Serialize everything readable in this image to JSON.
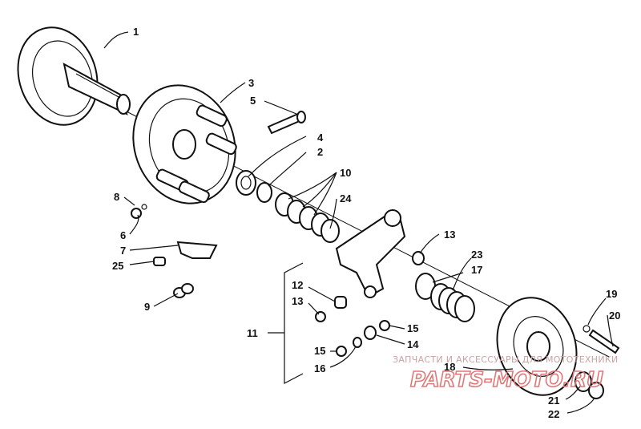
{
  "diagram": {
    "callouts": [
      "1",
      "2",
      "3",
      "4",
      "5",
      "6",
      "7",
      "8",
      "9",
      "10",
      "11",
      "12",
      "13",
      "13",
      "14",
      "15",
      "15",
      "16",
      "17",
      "18",
      "19",
      "20",
      "21",
      "22",
      "23",
      "24",
      "25"
    ],
    "watermark": {
      "text": "ЗАПЧАСТИ И АКСЕССУАРЫ ДЛЯ МОТОТЕХНИКИ",
      "logo": "PARTS-MOTO.RU",
      "color": "#e07878"
    }
  }
}
